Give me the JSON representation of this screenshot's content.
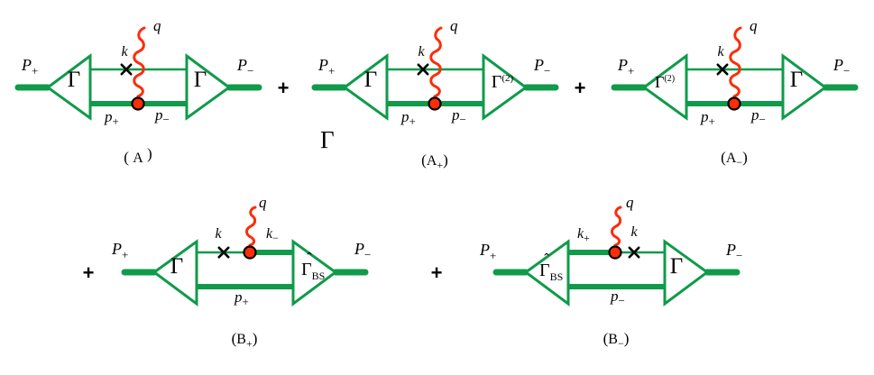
{
  "colors": {
    "green": "#0f9b4a",
    "red": "#fc2d09",
    "ink": "#000000",
    "bg": "#ffffff"
  },
  "symbols": {
    "P": "P",
    "p": "p",
    "k": "k",
    "q": "q",
    "sub_plus": "+",
    "sub_minus": "−",
    "gamma": "Γ",
    "gamma_sup_2": "(2)",
    "hat": "ˆ",
    "sub_BS": "BS",
    "plus_operator": "+",
    "stray_gamma": "Γ"
  },
  "captions": {
    "a": {
      "pre": "( ",
      "main": "A",
      "sub": "",
      "post": " )"
    },
    "a_plus": {
      "pre": "(",
      "main": "A",
      "sub": "+",
      "post": ")"
    },
    "a_minus": {
      "pre": "(",
      "main": "A",
      "sub": "−",
      "post": ")"
    },
    "b_plus": {
      "pre": "(",
      "main": "B",
      "sub": "+",
      "post": ")"
    },
    "b_minus": {
      "pre": "(",
      "main": "B",
      "sub": "−",
      "post": ")"
    }
  }
}
